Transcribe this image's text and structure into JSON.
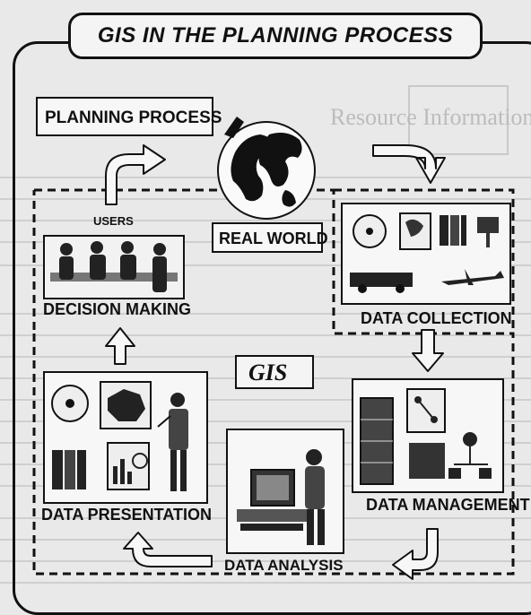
{
  "title": "GIS IN THE PLANNING PROCESS",
  "center_label": "GIS",
  "nodes": {
    "planning_process": "PLANNING PROCESS",
    "real_world": "REAL WORLD",
    "users": "USERS",
    "decision_making": "DECISION MAKING",
    "data_collection": "DATA COLLECTION",
    "data_management": "DATA MANAGEMENT",
    "data_analysis": "DATA ANALYSIS",
    "data_presentation": "DATA PRESENTATION"
  },
  "background_text": [
    "Resource Information"
  ],
  "colors": {
    "ink": "#111111",
    "paper": "#e9e9e9",
    "box": "#f7f7f7"
  }
}
